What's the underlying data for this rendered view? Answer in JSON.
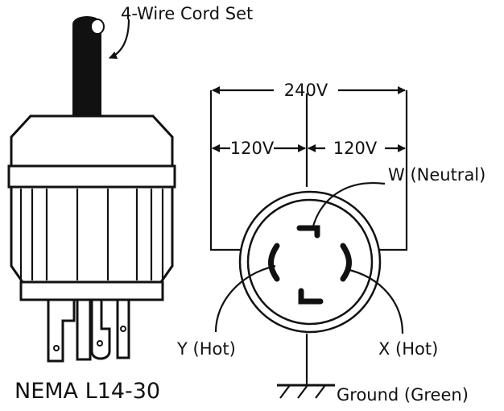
{
  "labels": {
    "cord_set": "4-Wire Cord Set",
    "total_voltage": "240V",
    "leg_voltage_left": "120V",
    "leg_voltage_right": "120V",
    "neutral": "W (Neutral)",
    "hot_y": "Y (Hot)",
    "hot_x": "X (Hot)",
    "ground": "Ground (Green)",
    "model": "NEMA L14-30"
  },
  "colors": {
    "ink": "#111111",
    "background": "#ffffff"
  }
}
